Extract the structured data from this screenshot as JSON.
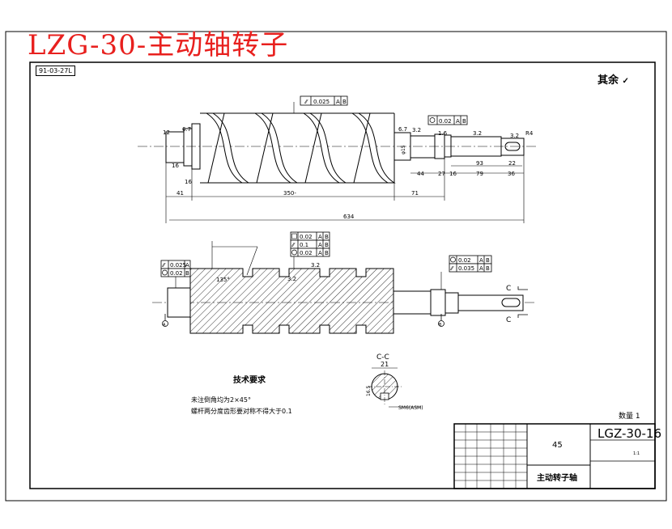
{
  "title_banner": "LZG-30-主动轴转子",
  "drawing_tag": "91-03-27L",
  "roughness_note": "其余",
  "top_view": {
    "gdt_top": "0.025",
    "gdt_top_datum": [
      "A",
      "B"
    ],
    "gdt_right": "0.02",
    "gdt_right_datum": [
      "A",
      "B"
    ],
    "dims": {
      "d41": "41",
      "d350": "350-",
      "d71": "71",
      "d634": "634",
      "d16a": "16",
      "d16b": "16",
      "d12": "12",
      "d44": "44",
      "d27": "27",
      "d16c": "16",
      "d79": "79",
      "d36": "36",
      "d93": "93",
      "d22": "22",
      "r4": "R4",
      "phi15": "φ15",
      "r0_8": "6.7",
      "r0_8b": "6.7",
      "r3_2": "3.2",
      "r1_6": "1.6",
      "r3_2b": "3.2",
      "r3_2c": "3.2"
    }
  },
  "section_view": {
    "gdt_left": [
      {
        "tol": "0.025",
        "datum": "A"
      },
      {
        "tol": "0.02",
        "datum": "B"
      }
    ],
    "gdt_center": [
      {
        "tol": "0.02",
        "datum": [
          "A",
          "B"
        ]
      },
      {
        "tol": "0.1",
        "datum": [
          "A",
          "B"
        ]
      },
      {
        "tol": "0.02",
        "datum": [
          "A",
          "B"
        ]
      }
    ],
    "gdt_right": [
      {
        "tol": "0.02",
        "datum": [
          "A",
          "B"
        ]
      },
      {
        "tol": "0.035",
        "datum": [
          "A",
          "B"
        ]
      }
    ],
    "angle": "135°",
    "section_mark": "C",
    "datum_a": "A",
    "datum_b": "B",
    "r3_2": "3.2",
    "r3_2b": "3.2"
  },
  "section_cc": {
    "label": "C-C",
    "dim_top": "21",
    "dim_side": "16.5",
    "note": "SM6(ASM)"
  },
  "tech_requirements": {
    "title": "技术要求",
    "lines": [
      "未注倒角均为2×45°",
      "螺杆两分度齿形要对称不得大于0.1"
    ]
  },
  "quantity": "数量 1",
  "title_block": {
    "material": "45",
    "drawing_no": "LGZ-30-16",
    "part_name": "主动转子轴",
    "scale": "1:1"
  }
}
